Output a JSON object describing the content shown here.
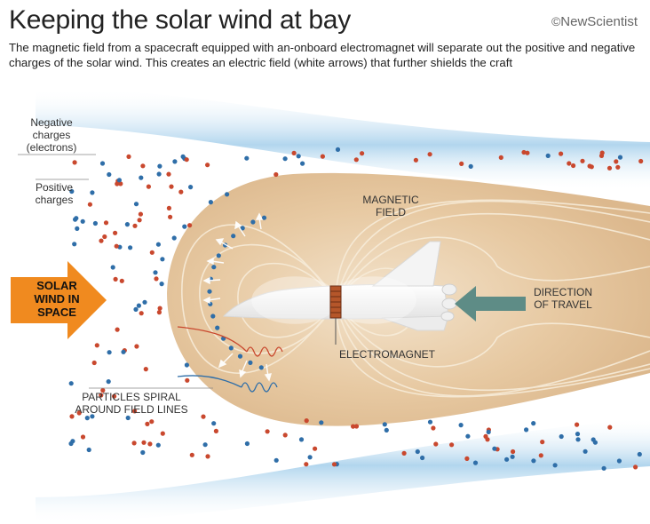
{
  "title": "Keeping the solar wind at bay",
  "credit": {
    "symbol": "©",
    "name": "NewScientist"
  },
  "subtitle": "The magnetic field from a spacecraft equipped with an-onboard electromagnet will separate out the positive and negative charges of the solar wind. This creates an electric field (white arrows) that further shields the craft",
  "labels": {
    "negative_charges": [
      "Negative",
      "charges",
      "(electrons)"
    ],
    "positive_charges": [
      "Positive",
      "charges"
    ],
    "solar_wind": [
      "SOLAR",
      "WIND IN",
      "SPACE"
    ],
    "magnetic_field": [
      "MAGNETIC",
      "FIELD"
    ],
    "direction": [
      "DIRECTION",
      "OF TRAVEL"
    ],
    "electromagnet": "ELECTROMAGNET",
    "particles": [
      "PARTICLES SPIRAL",
      "AROUND FIELD LINES"
    ]
  },
  "colors": {
    "positive": "#c9482e",
    "negative": "#2f6ea8",
    "field_fill": "#ead0ae",
    "field_lines": "#f6ead6",
    "solar_arrow": "#f08a1f",
    "travel_arrow": "#5e8c86",
    "wind_band": "#bcdbef",
    "electromagnet": "#b5562a"
  }
}
